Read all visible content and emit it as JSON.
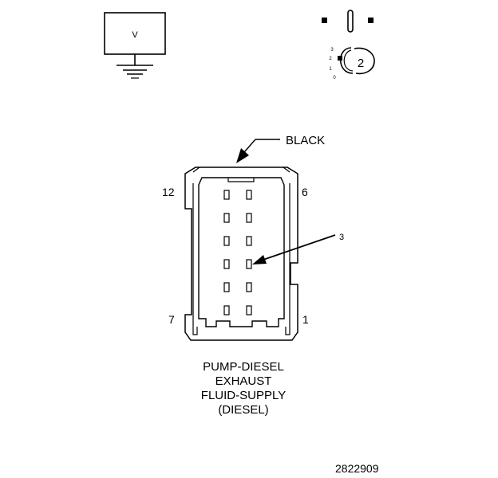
{
  "meter": {
    "symbol": "V"
  },
  "selector_positions": [
    "3",
    "2",
    "1",
    "0"
  ],
  "selector_value": "2",
  "wire_color": "BLACK",
  "cavity_labels": {
    "top_left": "12",
    "top_right": "6",
    "bottom_left": "7",
    "bottom_right": "1"
  },
  "callout": "3",
  "caption_lines": [
    "PUMP-DIESEL",
    "EXHAUST",
    "FLUID-SUPPLY",
    "(DIESEL)"
  ],
  "figure_number": "2822909"
}
